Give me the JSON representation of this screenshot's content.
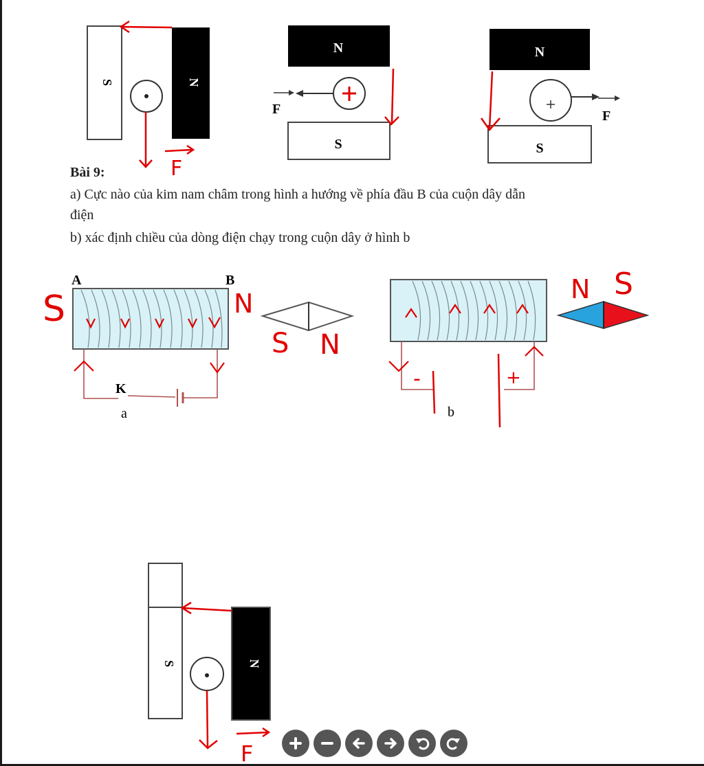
{
  "figures_top": {
    "fig1": {
      "left_pole": "S",
      "right_pole": "N",
      "force_label": "F"
    },
    "fig2": {
      "top_pole": "N",
      "bottom_pole": "S",
      "force_label": "F"
    },
    "fig3": {
      "top_pole": "N",
      "bottom_pole": "S",
      "force_label": "F"
    }
  },
  "exercise": {
    "title": "Bài 9:",
    "line_a": "a) Cực nào của kim nam châm trong hình a hướng về phía đầu B của cuộn dây dẫn",
    "line_a_cont": "điện",
    "line_b": "b) xác định chiều của dòng điện chạy trong cuộn dây ở hình b"
  },
  "figure_a": {
    "end_left": "A",
    "end_right": "B",
    "switch_label": "K",
    "caption": "a",
    "hand_left": "S",
    "hand_right": "N",
    "needle_left": "S",
    "needle_right": "N"
  },
  "figure_b": {
    "caption": "b",
    "minus": "-",
    "plus": "+",
    "needle_left": "N",
    "needle_right": "S",
    "needle_left_color": "#29a3dd",
    "needle_right_color": "#e8111b"
  },
  "figure_bottom": {
    "left_pole": "S",
    "right_pole": "N",
    "force_label": "F"
  },
  "colors": {
    "ink": "#e00000",
    "magnet_dark": "#000000",
    "coil_fill": "#d9f2f7",
    "toolbar_bg": "#555555"
  },
  "toolbar": {
    "buttons": [
      "zoom-in-icon",
      "zoom-out-icon",
      "arrow-left-icon",
      "arrow-right-icon",
      "rotate-left-icon",
      "rotate-right-icon"
    ]
  }
}
